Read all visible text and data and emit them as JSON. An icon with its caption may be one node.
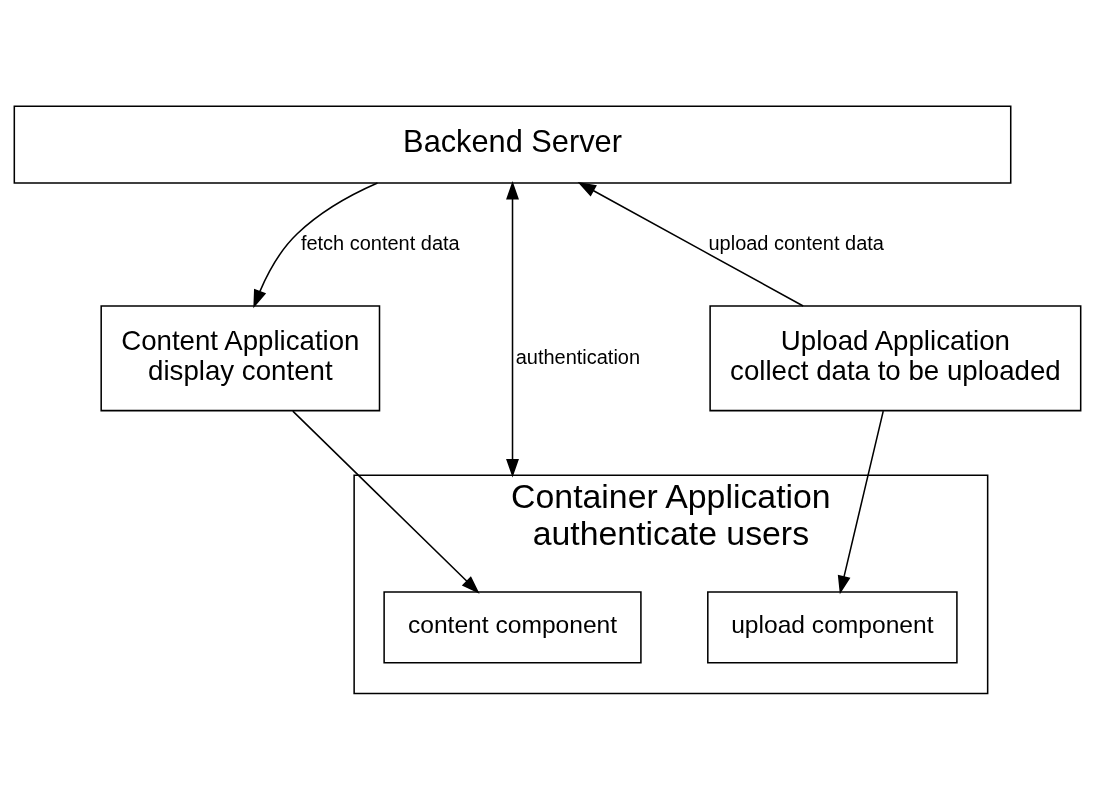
{
  "diagram": {
    "nodes": [
      {
        "text": [
          "Backend Server"
        ]
      },
      {
        "text": [
          "Content Application",
          "display content"
        ]
      },
      {
        "text": [
          "Container Application",
          "authenticate users"
        ]
      },
      {
        "text": [
          "content component"
        ],
        "in": 2
      },
      {
        "text": [
          "upload component"
        ],
        "in": 2
      },
      {
        "text": [
          "Upload Application",
          "collect data to be uploaded"
        ]
      }
    ],
    "edges": [
      {
        "from": 0,
        "to": 1,
        "arrow": "to",
        "label": "fetch content data"
      },
      {
        "from": 0,
        "to": 2,
        "arrow": "both",
        "label": "authentication"
      },
      {
        "from": 5,
        "to": 0,
        "arrow": "to",
        "label": "upload content data"
      },
      {
        "from": 1,
        "to": 3,
        "arrow": "to"
      },
      {
        "from": 5,
        "to": 4,
        "arrow": "to"
      }
    ]
  }
}
